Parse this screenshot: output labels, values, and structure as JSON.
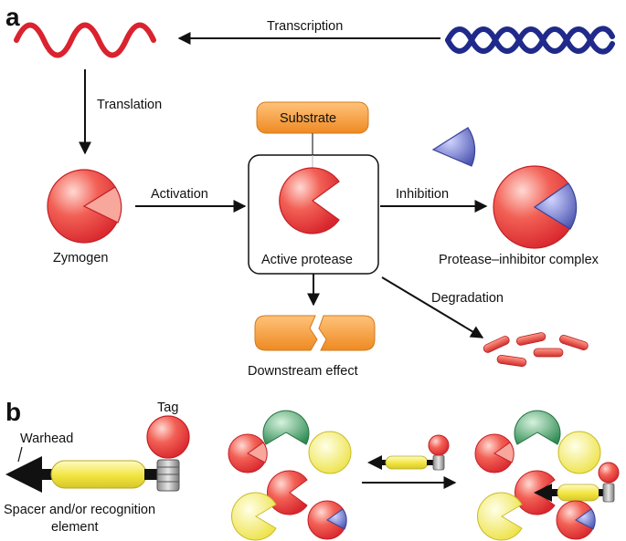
{
  "panel_a": {
    "letter": "a",
    "labels": {
      "transcription": "Transcription",
      "translation": "Translation",
      "activation": "Activation",
      "inhibition": "Inhibition",
      "degradation": "Degradation",
      "zymogen": "Zymogen",
      "active_protease": "Active protease",
      "complex": "Protease–inhibitor complex",
      "substrate": "Substrate",
      "downstream": "Downstream effect"
    }
  },
  "panel_b": {
    "letter": "b",
    "labels": {
      "tag": "Tag",
      "warhead": "Warhead",
      "spacer_line1": "Spacer and/or recognition",
      "spacer_line2": "element"
    }
  },
  "colors": {
    "protease_red": "#e8383a",
    "mrna_red": "#d9232e",
    "dna_blue": "#1f2a8a",
    "inhibitor_blue": "#5b63b8",
    "substrate_orange": "#f0962e",
    "spacer_yellow": "#f2e84a",
    "protease_green": "#3f9a5e",
    "fragment_red": "#e0463f"
  }
}
